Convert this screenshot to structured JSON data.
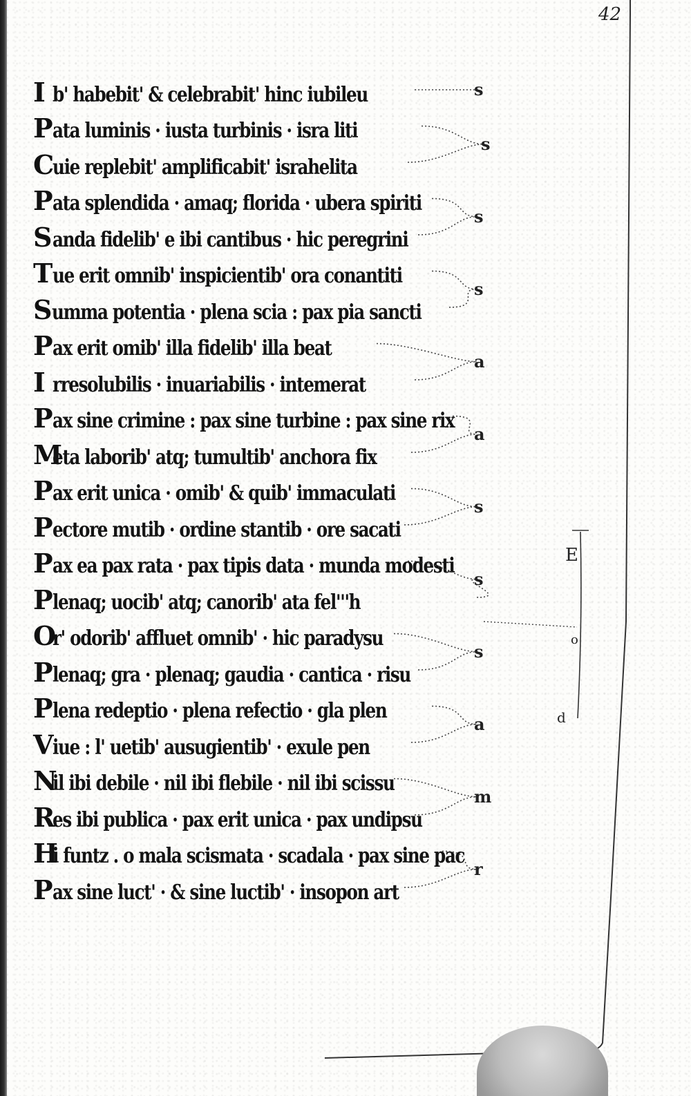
{
  "folio_number": "42",
  "verses": [
    {
      "initial": "I",
      "text": "b' habebit' & celebrabit' hinc iubileu"
    },
    {
      "initial": "P",
      "text": "ata luminis · iusta turbinis · isra liti"
    },
    {
      "initial": "C",
      "text": "uie replebit' amplificabit' israhelita"
    },
    {
      "initial": "P",
      "text": "ata splendida · amaq; florida · ubera spiriti"
    },
    {
      "initial": "S",
      "text": "anda fidelib' e ibi cantibus · hic peregrini"
    },
    {
      "initial": "T",
      "text": "ue erit omnib' inspicientib' ora conantiti"
    },
    {
      "initial": "S",
      "text": "umma potentia · plena scia : pax pia sancti"
    },
    {
      "initial": "P",
      "text": "ax erit omib' illa fidelib' illa beat"
    },
    {
      "initial": "I",
      "text": "rresolubilis · inuariabilis · intemerat"
    },
    {
      "initial": "P",
      "text": "ax sine crimine : pax sine turbine : pax sine rix"
    },
    {
      "initial": "M",
      "text": "eta laborib' atq; tumultib' anchora fix"
    },
    {
      "initial": "P",
      "text": "ax erit unica · omib' & quib' immaculati"
    },
    {
      "initial": "P",
      "text": "ectore mutib · ordine stantib · ore sacati"
    },
    {
      "initial": "P",
      "text": "ax ea pax rata · pax tipis data · munda modesti"
    },
    {
      "initial": "P",
      "text": "lenaq; uocib' atq; canorib' ata fel'''h"
    },
    {
      "initial": "O",
      "text": "r' odorib' affluet omnib' · hic paradysu"
    },
    {
      "initial": "P",
      "text": "lenaq; gra · plenaq; gaudia · cantica · risu"
    },
    {
      "initial": "P",
      "text": "lena redeptio · plena refectio · gla plen"
    },
    {
      "initial": "V",
      "text": "iue : l' uetib' ausugientib' · exule pen"
    },
    {
      "initial": "N",
      "text": "il ibi debile · nil ibi flebile · nil ibi scissu"
    },
    {
      "initial": "R",
      "text": "es ibi publica · pax erit unica · pax undipsu"
    },
    {
      "initial": "H",
      "text": "i funtz . o mala scismata · scadala · pax sine pac"
    },
    {
      "initial": "P",
      "text": "ax sine luct' · & sine luctib' · insopon art"
    }
  ],
  "margin_letters": [
    "s",
    "s",
    "s",
    "s",
    "a",
    "a",
    "s",
    "s",
    "s",
    "a",
    "m",
    "r"
  ],
  "rhyme_tree_letters": [
    "E",
    "o",
    "d"
  ]
}
